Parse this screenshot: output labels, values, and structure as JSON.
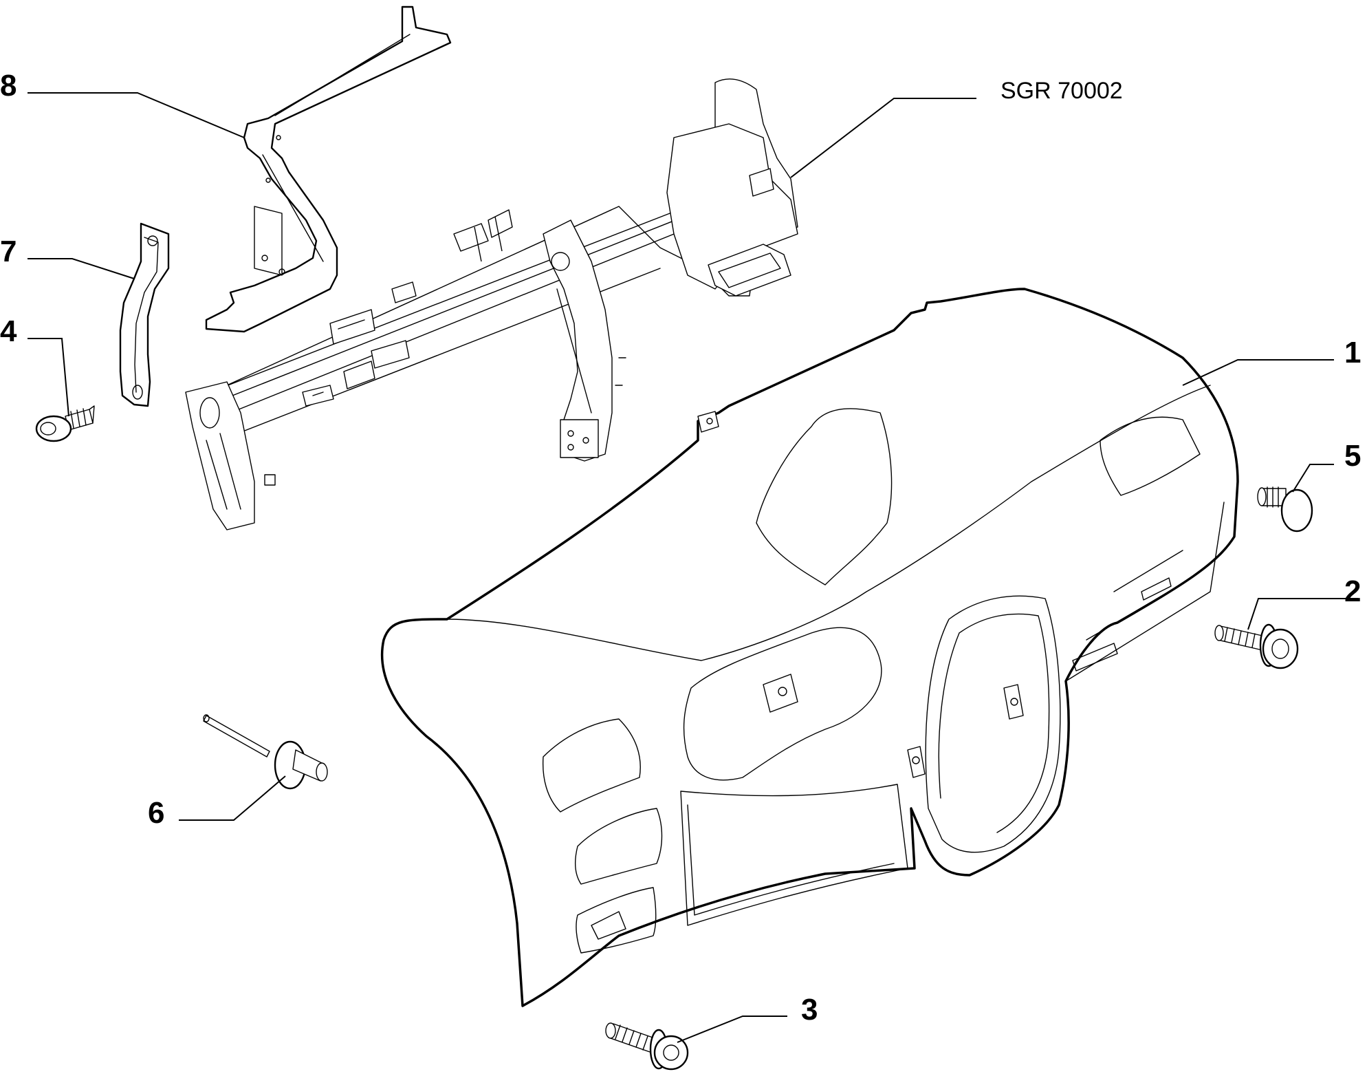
{
  "diagram": {
    "reference_code": "SGR 70002",
    "callouts": [
      {
        "id": "1",
        "label": "1",
        "part": "dashboard-panel"
      },
      {
        "id": "2",
        "label": "2",
        "part": "flange-bolt"
      },
      {
        "id": "3",
        "label": "3",
        "part": "flange-bolt-bottom"
      },
      {
        "id": "4",
        "label": "4",
        "part": "self-tapping-screw"
      },
      {
        "id": "5",
        "label": "5",
        "part": "push-clip"
      },
      {
        "id": "6",
        "label": "6",
        "part": "blind-rivet"
      },
      {
        "id": "7",
        "label": "7",
        "part": "side-bracket"
      },
      {
        "id": "8",
        "label": "8",
        "part": "upper-bracket"
      }
    ]
  }
}
